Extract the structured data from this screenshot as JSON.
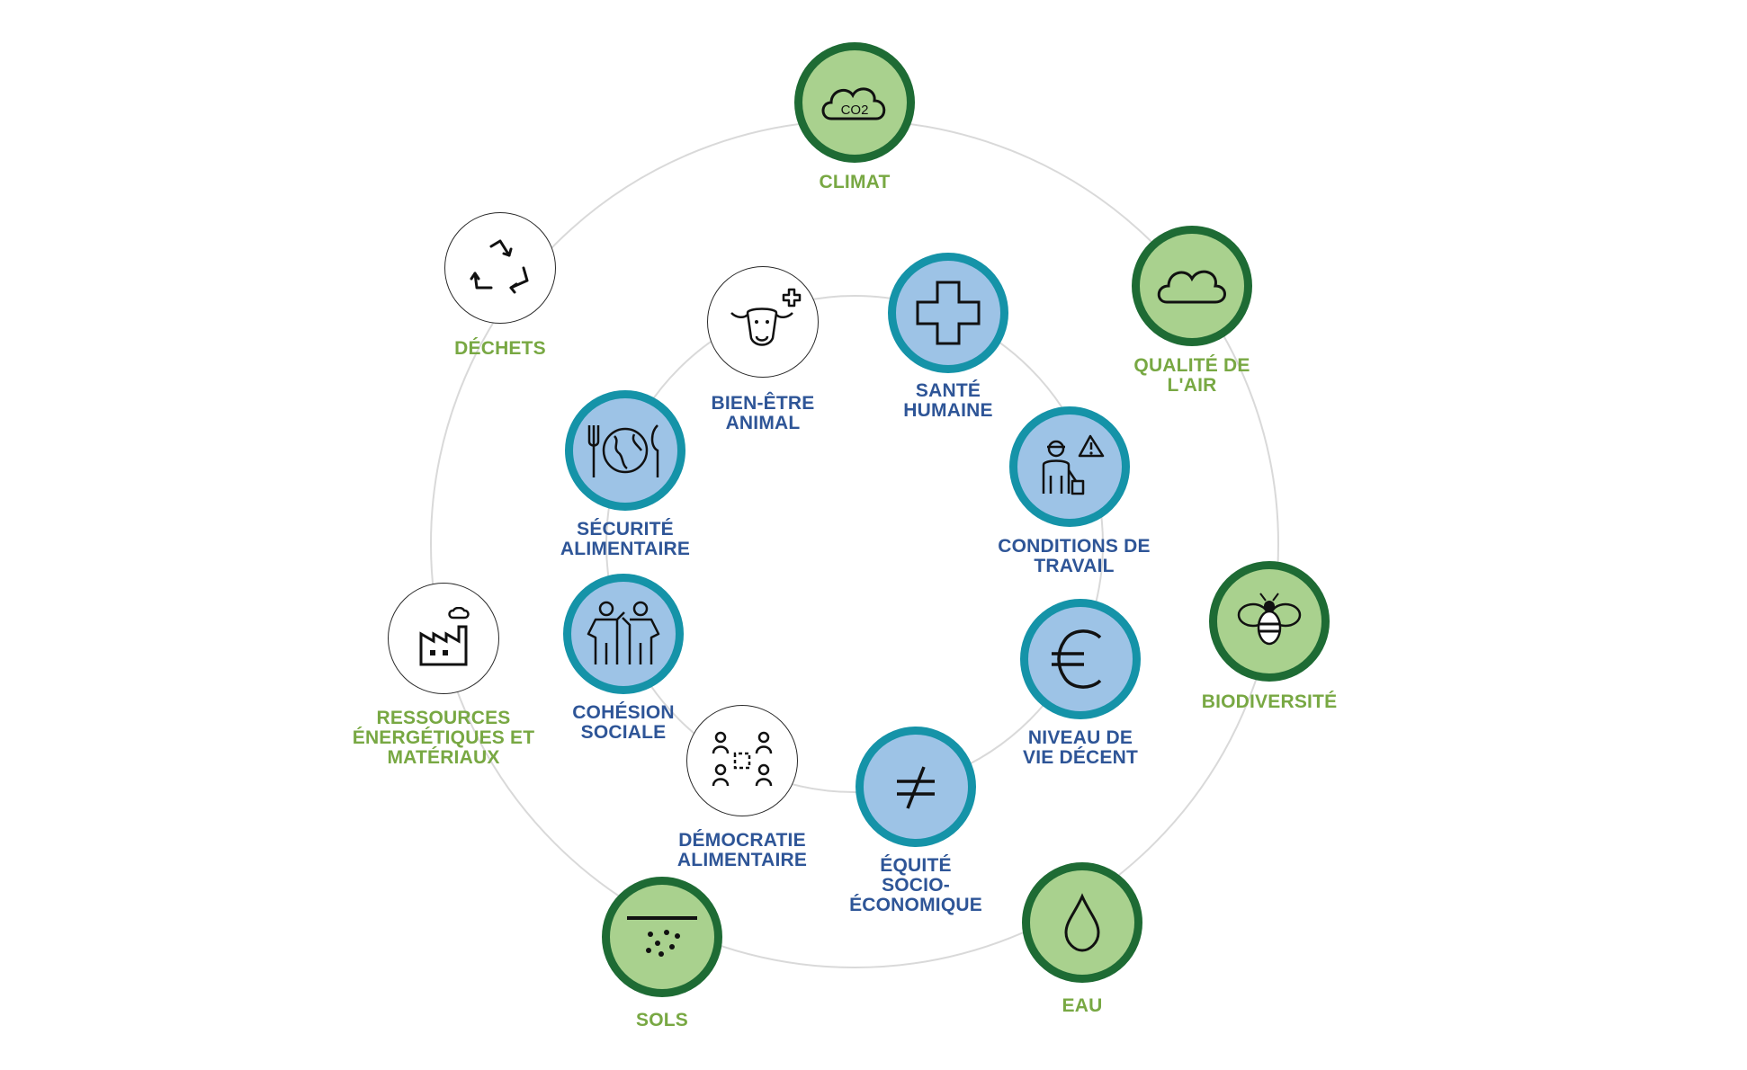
{
  "colors": {
    "environment_fill": "#a9d18e",
    "environment_border": "#1e6b34",
    "environment_label": "#78a843",
    "social_fill": "#9dc3e6",
    "social_border": "#1593a8",
    "social_label": "#2e5597",
    "ring": "#d9d9d9"
  },
  "outer_ring": [
    {
      "id": "climat",
      "label": "CLIMAT",
      "icon": "co2-cloud-icon",
      "style": "env",
      "co2_text": "CO2"
    },
    {
      "id": "qualite-air",
      "label": "QUALITÉ DE\nL'AIR",
      "icon": "cloud-icon",
      "style": "env"
    },
    {
      "id": "biodiversite",
      "label": "BIODIVERSITÉ",
      "icon": "bee-icon",
      "style": "env"
    },
    {
      "id": "eau",
      "label": "EAU",
      "icon": "water-drop-icon",
      "style": "env"
    },
    {
      "id": "sols",
      "label": "SOLS",
      "icon": "soil-icon",
      "style": "env"
    },
    {
      "id": "ressources",
      "label": "RESSOURCES\nÉNERGÉTIQUES ET\nMATÉRIAUX",
      "icon": "factory-icon",
      "style": "plain"
    },
    {
      "id": "dechets",
      "label": "DÉCHETS",
      "icon": "recycle-icon",
      "style": "plain"
    }
  ],
  "inner_ring": [
    {
      "id": "sante-humaine",
      "label": "SANTÉ\nHUMAINE",
      "icon": "medical-cross-icon",
      "style": "soc"
    },
    {
      "id": "conditions-travail",
      "label": "CONDITIONS DE\nTRAVAIL",
      "icon": "worker-warning-icon",
      "style": "soc"
    },
    {
      "id": "niveau-vie",
      "label": "NIVEAU DE\nVIE DÉCENT",
      "icon": "euro-icon",
      "style": "soc"
    },
    {
      "id": "equite",
      "label": "ÉQUITÉ\nSOCIO-\nÉCONOMIQUE",
      "icon": "not-equal-icon",
      "style": "soc"
    },
    {
      "id": "democratie",
      "label": "DÉMOCRATIE\nALIMENTAIRE",
      "icon": "people-group-icon",
      "style": "plain"
    },
    {
      "id": "cohesion",
      "label": "COHÉSION\nSOCIALE",
      "icon": "two-people-icon",
      "style": "soc"
    },
    {
      "id": "securite",
      "label": "SÉCURITÉ\nALIMENTAIRE",
      "icon": "globe-plate-icon",
      "style": "soc"
    },
    {
      "id": "bien-etre",
      "label": "BIEN-ÊTRE\nANIMAL",
      "icon": "cow-cross-icon",
      "style": "plain"
    }
  ]
}
